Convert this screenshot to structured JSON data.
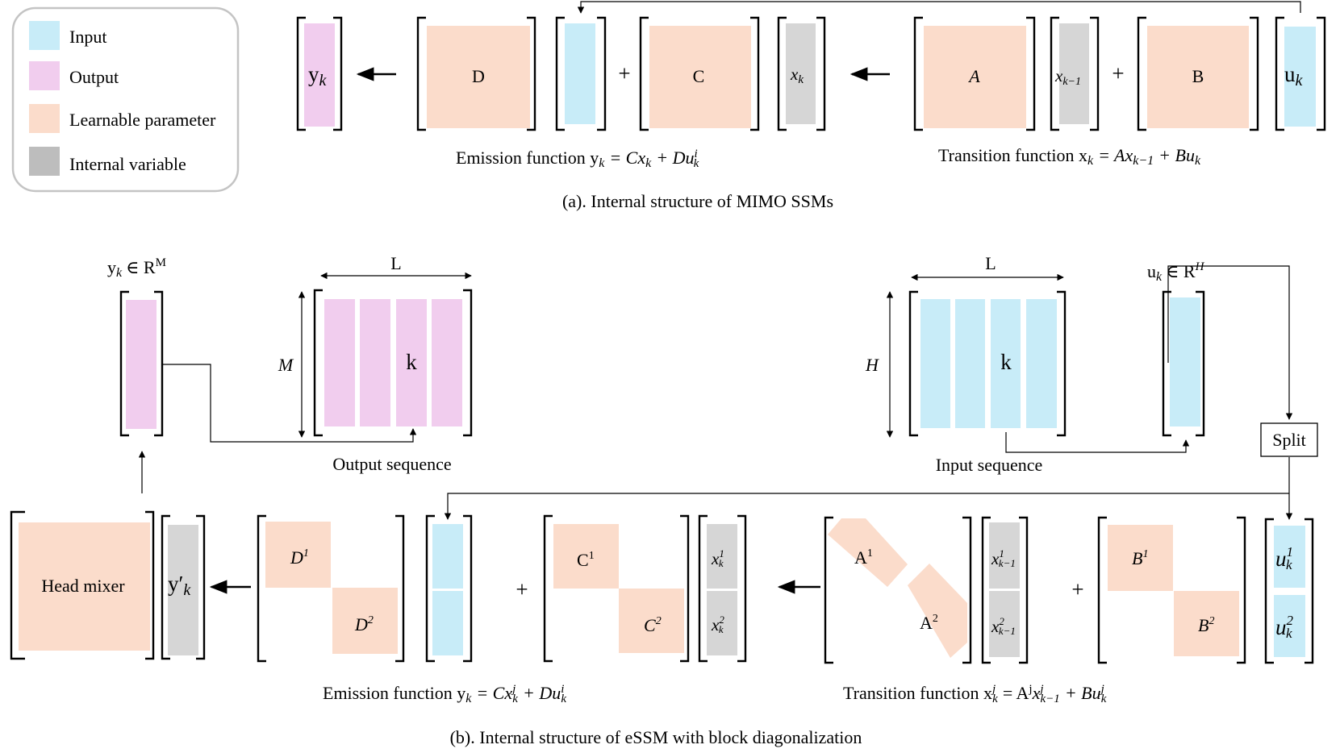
{
  "colors": {
    "input": "#c8ecf8",
    "output": "#f1cdee",
    "learnable": "#fbdccb",
    "internal": "#d6d6d6",
    "legend_border": "#c4c4c4"
  },
  "legend": [
    {
      "label": "Input",
      "color_key": "input"
    },
    {
      "label": "Output",
      "color_key": "output"
    },
    {
      "label": "Learnable parameter",
      "color_key": "learnable"
    },
    {
      "label": "Internal variable",
      "color_key": "internal"
    }
  ],
  "part_a": {
    "labels": {
      "y_k": "y",
      "y_k_sub": "k",
      "D": "D",
      "plus": "+",
      "C": "C",
      "x_k": "x",
      "x_k_sub": "k",
      "A": "A",
      "x_km1": "x",
      "x_km1_sub": "k−1",
      "B": "B",
      "u_k": "u",
      "u_k_sub": "k"
    },
    "emission_text": "Emission function y",
    "emission_eq": "= Cx",
    "emission_eq2": "+ Du",
    "transition_text": "Transition function x",
    "transition_eq": "= Ax",
    "transition_eq2": "+ Bu",
    "caption": "(a). Internal structure of MIMO SSMs"
  },
  "part_b": {
    "y_dim_label": "y",
    "y_dim_rest": "∈ R",
    "y_dim_sup": "M",
    "u_dim_label": "u",
    "u_dim_rest": "∈ R",
    "u_dim_sup": "H",
    "L": "L",
    "M": "M",
    "H": "H",
    "k": "k",
    "output_sequence": "Output sequence",
    "input_sequence": "Input sequence",
    "split": "Split",
    "head_mixer": "Head mixer",
    "y_prime": "y′",
    "y_prime_sub": "k",
    "D1": "D",
    "D2": "D",
    "C1": "C",
    "C2": "C",
    "A1": "A",
    "A2": "A",
    "B1": "B",
    "B2": "B",
    "sup1": "1",
    "sup2": "2",
    "x": "x",
    "u": "u",
    "sub_k": "k",
    "sub_km1": "k−1",
    "plus": "+",
    "emission_text": "Emission function y",
    "emission_eq": "= Cx",
    "emission_eq2": "+ Du",
    "transition_text": "Transition function x",
    "transition_eq": "= A",
    "transition_eq_sup": "j",
    "transition_eq2": "x",
    "transition_eq3": "+ Bu",
    "sup_i": "i",
    "sup_j": "j",
    "caption": "(b). Internal structure of eSSM with block diagonalization"
  }
}
